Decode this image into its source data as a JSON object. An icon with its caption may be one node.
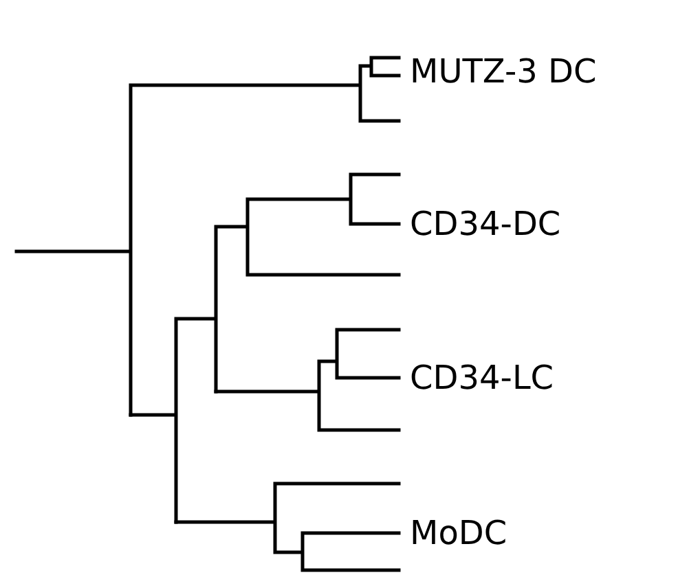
{
  "diagram": {
    "labels": [
      "MUTZ-3 DC",
      "CD34-DC",
      "CD34-LC",
      "MoDC"
    ]
  }
}
